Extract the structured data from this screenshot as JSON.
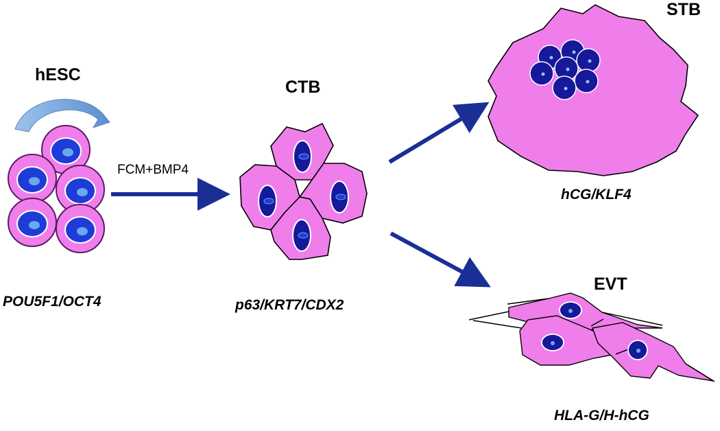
{
  "stages": {
    "hesc": {
      "title": "hESC",
      "markers": "POU5F1/OCT4"
    },
    "ctb": {
      "title": "CTB",
      "markers": "p63/KRT7/CDX2"
    },
    "stb": {
      "title": "STB",
      "markers": "hCG/KLF4"
    },
    "evt": {
      "title": "EVT",
      "markers": "HLA-G/H-hCG"
    }
  },
  "condition_label": "FCM+BMP4",
  "colors": {
    "cytoplasm": "#F07EEA",
    "nucleus": "#1F3CD8",
    "nucleus_dark": "#16199A",
    "nucleolus": "#6AA8F0",
    "arrow": "#1A2F95",
    "curved_arrow": "#6FA3D8",
    "outline": "#000000"
  },
  "icons": [
    "curved-arrow-icon"
  ]
}
